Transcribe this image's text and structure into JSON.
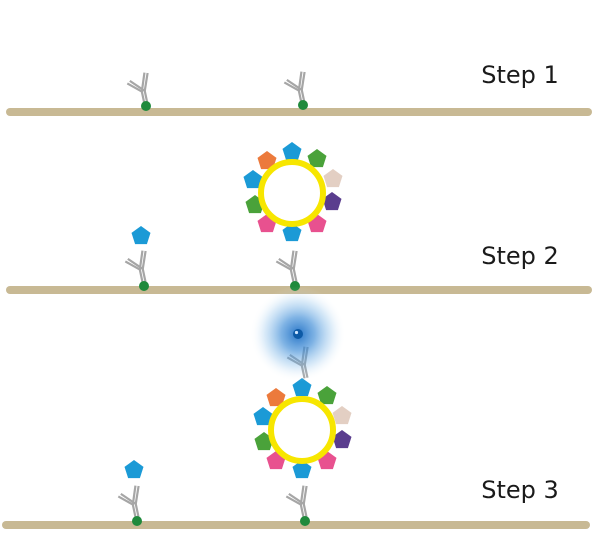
{
  "steps": [
    {
      "label": "Step 1"
    },
    {
      "label": "Step 2"
    },
    {
      "label": "Step 3"
    }
  ],
  "colors": {
    "surface": "#c8b994",
    "anchor": "#1f8a3c",
    "antibody": "#a6a6a6",
    "particle_ring": "#f7e600",
    "particle_fill": "#ffffff",
    "antigen_blue": "#1b9ad6",
    "antigen_orange": "#ec7a3c",
    "antigen_green": "#4aa23a",
    "antigen_beige": "#e3cfc3",
    "antigen_purple": "#5a3d8e",
    "antigen_pink": "#e8518f",
    "signal_glow": "#2f7fd0"
  },
  "icons": [
    "antibody-icon",
    "antigen-pentagon-icon",
    "particle-icon",
    "signal-glow-icon"
  ]
}
